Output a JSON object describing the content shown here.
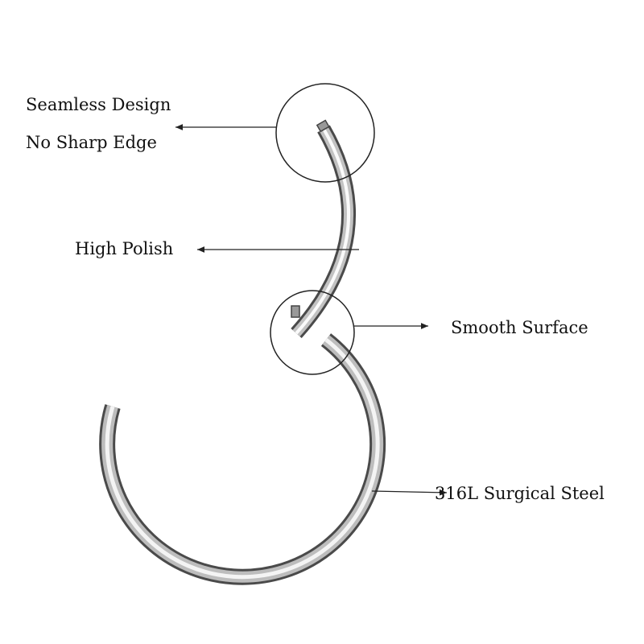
{
  "labels": {
    "seamless_design": "Seamless Design",
    "no_sharp_edge": "No Sharp Edge",
    "high_polish": "High Polish",
    "smooth_surface": "Smooth Surface",
    "material": "316L Surgical Steel"
  },
  "colors": {
    "metal_dark": "#5a5a5a",
    "metal_mid": "#c8c8c8",
    "metal_highlight": "#ffffff",
    "line": "#222222"
  }
}
